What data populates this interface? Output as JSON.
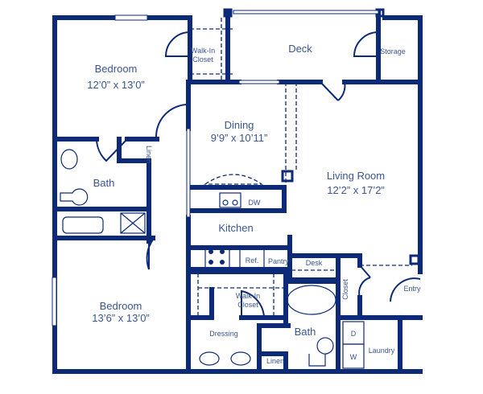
{
  "colors": {
    "wall": "#0c2a78",
    "label": "#3a5590"
  },
  "rooms": {
    "bedroom1": {
      "name": "Bedroom",
      "size": "12’0” x 13’0”"
    },
    "walkin1": {
      "line1": "Walk-In",
      "line2": "Closet"
    },
    "deck": {
      "name": "Deck"
    },
    "storage": {
      "name": "Storage"
    },
    "dining": {
      "name": "Dining",
      "size": "9’9” x 10’11”"
    },
    "linen1": {
      "name": "Linen"
    },
    "bath1": {
      "name": "Bath"
    },
    "living": {
      "name": "Living Room",
      "size": "12’2” x 17’2”"
    },
    "dw": {
      "name": "DW"
    },
    "kitchen": {
      "name": "Kitchen"
    },
    "ref": {
      "name": "Ref."
    },
    "pantry": {
      "name": "Pantry"
    },
    "desk": {
      "name": "Desk"
    },
    "closet": {
      "name": "Closet"
    },
    "entry": {
      "name": "Entry"
    },
    "walkin2": {
      "line1": "Walk-In",
      "line2": "Closet"
    },
    "bedroom2": {
      "name": "Bedroom",
      "size": "13’6” x 13’0”"
    },
    "dressing": {
      "name": "Dressing"
    },
    "bath2": {
      "name": "Bath"
    },
    "linen2": {
      "name": "Linen"
    },
    "dryer": {
      "name": "D"
    },
    "washer": {
      "name": "W"
    },
    "laundry": {
      "name": "Laundry"
    }
  }
}
